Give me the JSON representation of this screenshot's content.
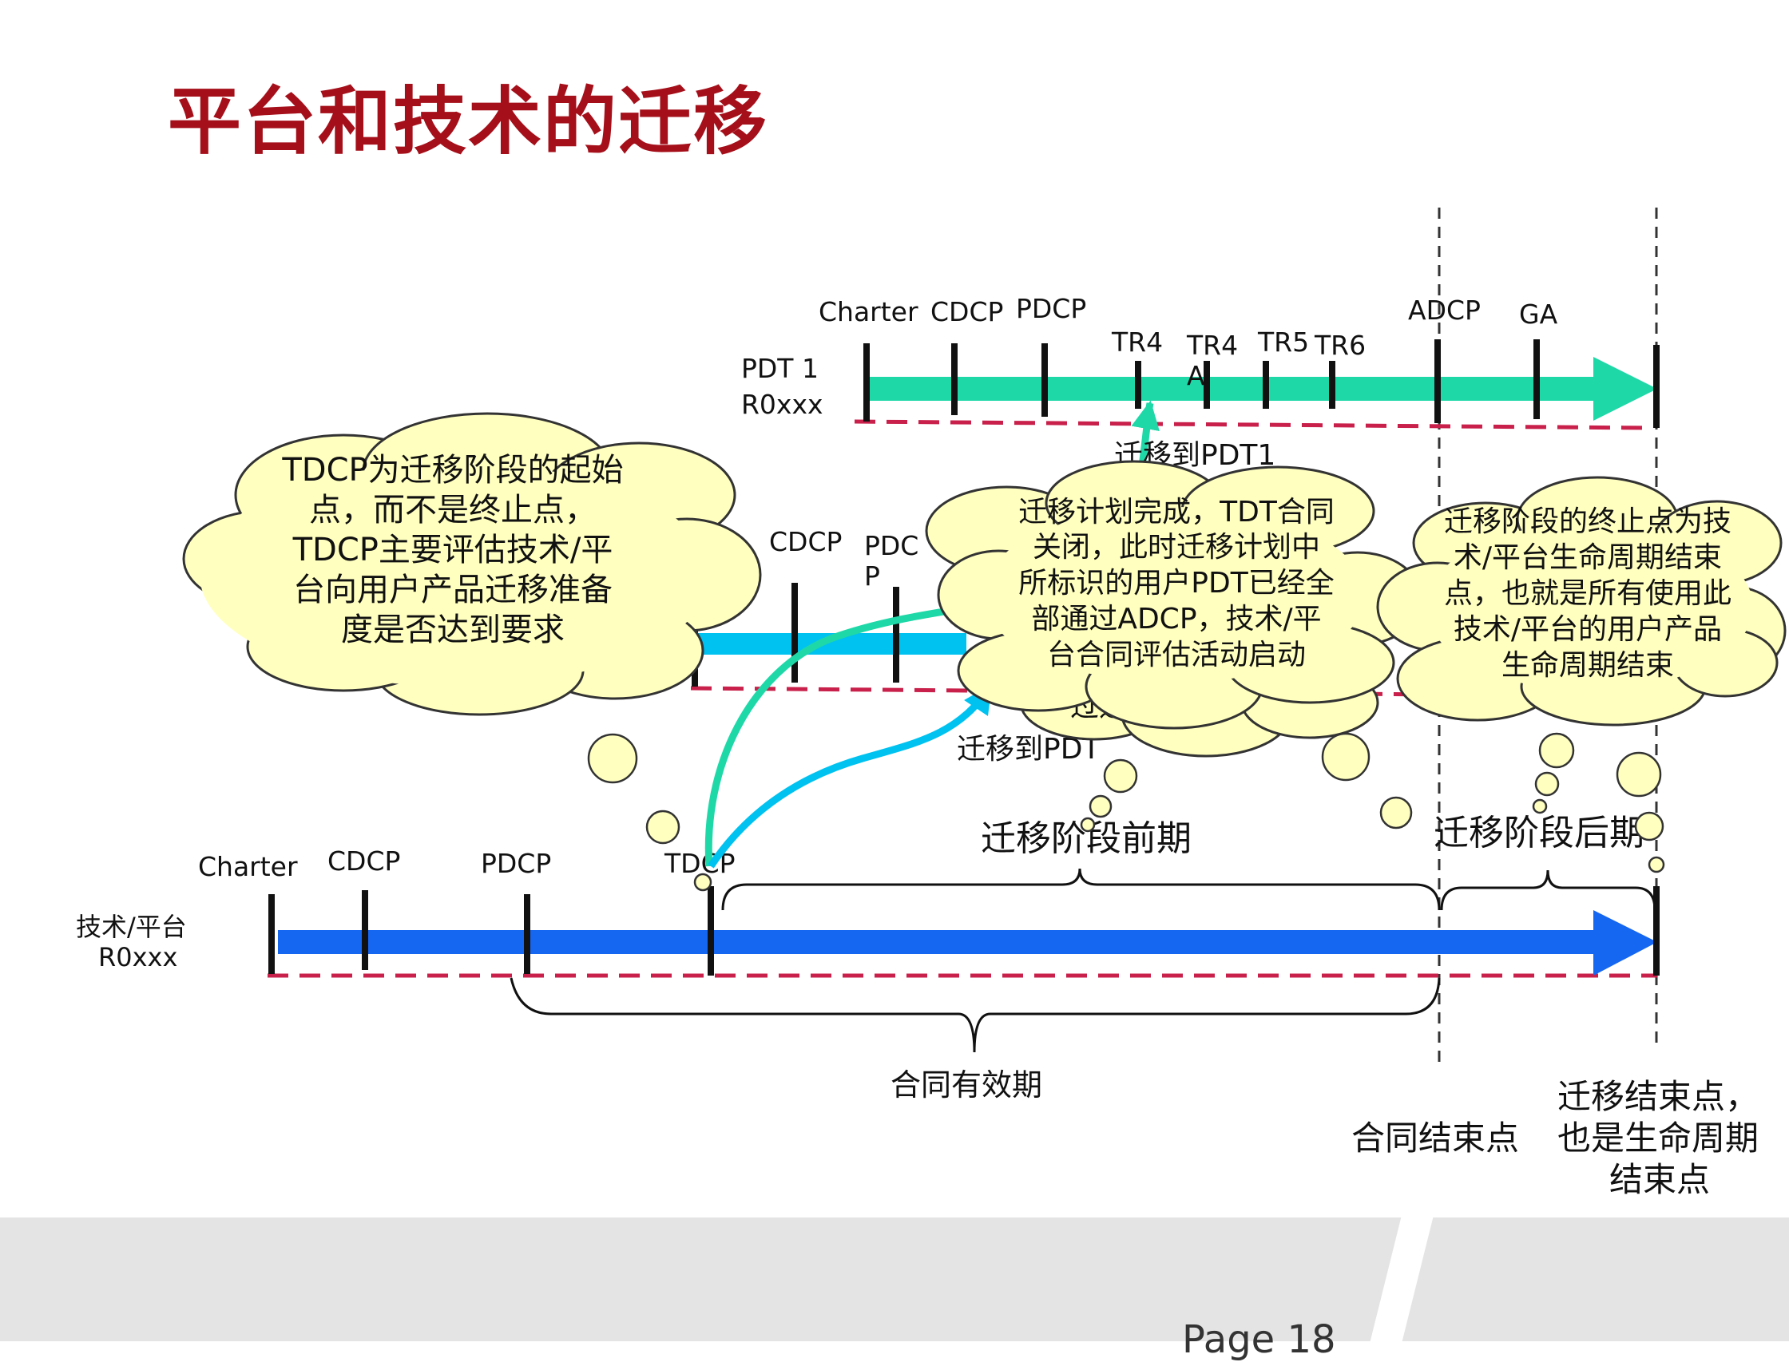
{
  "title": "平台和技术的迁移",
  "footer": {
    "page_text": "Page 18"
  },
  "rows": {
    "pdt1": {
      "label_line1": "PDT 1",
      "label_line2": "R0xxx",
      "milestones": {
        "charter": "Charter",
        "cdcp": "CDCP",
        "pdcp": "PDCP",
        "tr4": "TR4",
        "tr4a_1": "TR4",
        "tr4a_2": "A",
        "tr5": "TR5",
        "tr6": "TR6",
        "adcp": "ADCP",
        "ga": "GA"
      },
      "arrow_color": "#1fd8a8"
    },
    "pdt2": {
      "milestones": {
        "cdcp": "CDCP",
        "pdcp_1": "PDC",
        "pdcp_2": "P"
      },
      "arrow_color": "#00c2f0"
    },
    "tech": {
      "label_line1": "技术/平台",
      "label_line2": "R0xxx",
      "milestones": {
        "charter": "Charter",
        "cdcp": "CDCP",
        "pdcp": "PDCP",
        "tdcp": "TDCP"
      },
      "arrow_color": "#1566f0"
    }
  },
  "labels": {
    "migrate_pdt1": "迁移到PDT1",
    "migrate_pdt2": "迁移到PDT",
    "hidden_fragment": "过迁移指导",
    "early_phase": "迁移阶段前期",
    "late_phase": "迁移阶段后期",
    "contract_period": "合同有效期",
    "contract_end": "合同结束点",
    "lifecycle_end_1": "迁移结束点，",
    "lifecycle_end_2": "也是生命周期",
    "lifecycle_end_3": "结束点"
  },
  "clouds": {
    "left": [
      "TDCP为迁移阶段的起始",
      "点，而不是终止点，",
      "TDCP主要评估技术/平",
      "台向用户产品迁移准备",
      "度是否达到要求"
    ],
    "middle": [
      "迁移计划完成，TDT合同",
      "关闭，此时迁移计划中",
      "所标识的用户PDT已经全",
      "部通过ADCP，技术/平",
      "台合同评估活动启动"
    ],
    "right": [
      "迁移阶段的终止点为技",
      "术/平台生命周期结束",
      "点，也就是所有使用此",
      "技术/平台的用户产品",
      "生命周期结束"
    ]
  },
  "colors": {
    "title": "#a50f1a",
    "cloud_fill": "#ffffc0",
    "dash_line": "#c8204a"
  }
}
